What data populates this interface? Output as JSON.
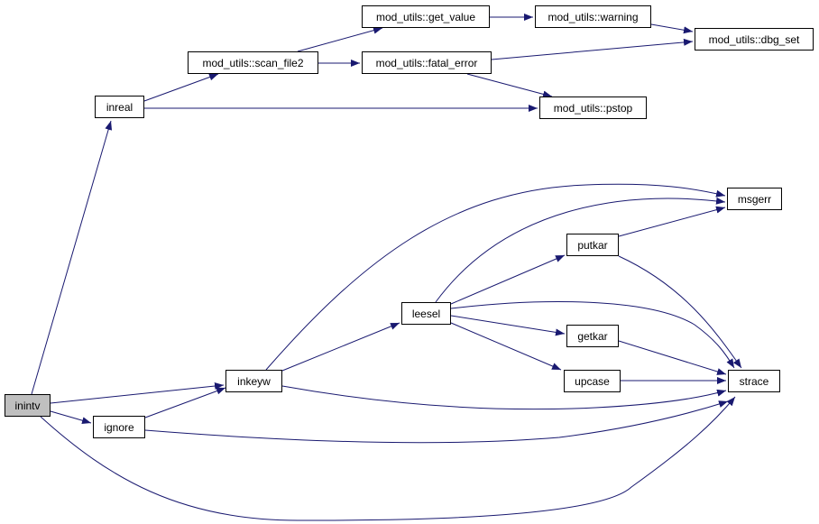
{
  "graph": {
    "edge_color": "#191970",
    "root_fill": "#bfbfbf",
    "node_fill": "#ffffff",
    "nodes": [
      {
        "id": "inintv",
        "label": "inintv",
        "root": true
      },
      {
        "id": "inreal",
        "label": "inreal"
      },
      {
        "id": "scan_file2",
        "label": "mod_utils::scan_file2"
      },
      {
        "id": "get_value",
        "label": "mod_utils::get_value"
      },
      {
        "id": "fatal_error",
        "label": "mod_utils::fatal_error"
      },
      {
        "id": "warning",
        "label": "mod_utils::warning"
      },
      {
        "id": "dbg_set",
        "label": "mod_utils::dbg_set"
      },
      {
        "id": "pstop",
        "label": "mod_utils::pstop"
      },
      {
        "id": "inkeyw",
        "label": "inkeyw"
      },
      {
        "id": "ignore",
        "label": "ignore"
      },
      {
        "id": "leesel",
        "label": "leesel"
      },
      {
        "id": "putkar",
        "label": "putkar"
      },
      {
        "id": "getkar",
        "label": "getkar"
      },
      {
        "id": "upcase",
        "label": "upcase"
      },
      {
        "id": "msgerr",
        "label": "msgerr"
      },
      {
        "id": "strace",
        "label": "strace"
      }
    ],
    "edges": [
      [
        "inintv",
        "inreal"
      ],
      [
        "inintv",
        "inkeyw"
      ],
      [
        "inintv",
        "ignore"
      ],
      [
        "inintv",
        "strace"
      ],
      [
        "inreal",
        "scan_file2"
      ],
      [
        "inreal",
        "pstop"
      ],
      [
        "scan_file2",
        "get_value"
      ],
      [
        "scan_file2",
        "fatal_error"
      ],
      [
        "get_value",
        "warning"
      ],
      [
        "warning",
        "dbg_set"
      ],
      [
        "fatal_error",
        "dbg_set"
      ],
      [
        "fatal_error",
        "pstop"
      ],
      [
        "ignore",
        "inkeyw"
      ],
      [
        "ignore",
        "strace"
      ],
      [
        "inkeyw",
        "leesel"
      ],
      [
        "inkeyw",
        "msgerr"
      ],
      [
        "inkeyw",
        "strace"
      ],
      [
        "leesel",
        "msgerr"
      ],
      [
        "leesel",
        "putkar"
      ],
      [
        "leesel",
        "getkar"
      ],
      [
        "leesel",
        "upcase"
      ],
      [
        "leesel",
        "strace"
      ],
      [
        "putkar",
        "msgerr"
      ],
      [
        "putkar",
        "strace"
      ],
      [
        "getkar",
        "strace"
      ],
      [
        "upcase",
        "strace"
      ]
    ]
  }
}
